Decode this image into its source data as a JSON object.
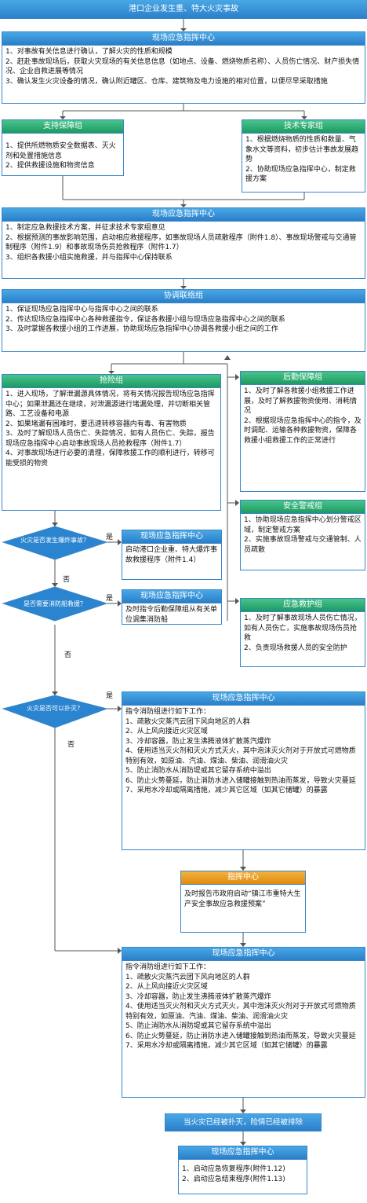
{
  "title": "港口企业发生重、特大火灾事故",
  "cmd1": {
    "header": "现场应急指挥中心",
    "text": "1、对事故有关信息进行确认，了解火灾的性质和规模\n2、赶赴事故现场后，获取火灾现场的有关信息信息（如地点、设备、燃烧物质名称）、人员伤亡情况、财产损失情况、企业自救进展等情况\n3、确认发生火灾设备的情况，确认附近罐区、仓库、建筑物及电力设施的相对位置，以便尽早采取措施"
  },
  "support": {
    "header": "支持保障组",
    "text": "1、提供所燃物质安全数据表、灭火剂和处置措施信息\n2、提供救援设施和物资信息"
  },
  "expert": {
    "header": "技术专家组",
    "text": "1、根据燃烧物质的性质和数量、气象水文等资料，初步估计事故发展趋势\n2、协助现场应急指挥中心，制定救援方案"
  },
  "cmd2": {
    "header": "现场应急指挥中心",
    "text": "1、制定应急救援技术方案，并征求技术专家组意见\n2、根据预测的事故影响范围，启动相应救援程序，如事故现场人员疏散程序（附件1.8）、事故现场警戒与交通管制程序（附件1.9）和事故现场伤员抢救程序（附件1.7）\n3、组织各救援小组实施救援，并与指挥中心保持联系"
  },
  "coord": {
    "header": "协调联络组",
    "text": "1、保证现场应急指挥中心与指挥中心之间的联系\n2、传达现场应急指挥中心各种救援指令，保证各救援小组与现场应急指挥中心之间的联系\n3、及时掌握各救援小组的工作进展，协助现场应急指挥中心协调各救援小组之间的工作"
  },
  "rescue": {
    "header": "抢险组",
    "text": "1、进入现场，了解泄漏源具体情况，将有关情况报告现场应急指挥中心；如果泄漏还在继续，对泄漏源进行堵漏处理，并切断相关管路、工艺设备和电源\n2、如果堵漏有困难时，要迅速转移容器内有毒、有害物质\n3、及时了解现场人员伤亡、失踪情况，如有人员伤亡、失踪，报告现场应急指挥中心启动事故现场人员抢救程序（附件1.7）\n4、对事故现场进行必要的清理，保障救援工作的顺利进行，转移可能受损的物资"
  },
  "logistics": {
    "header": "后勤保障组",
    "text": "1、及时了解各救援小组救援工作进展，及时了解救援物资使用、消耗情况\n2、根据现场应急指挥中心的指令，及时调配、运输各种救援物资，保障各救援小组救援工作的正常进行"
  },
  "security": {
    "header": "安全警戒组",
    "text": "1、协助现场应急指挥中心划分警戒区域，制定警戒方案\n2、实施事故现场警戒与交通管制、人员疏散"
  },
  "medical": {
    "header": "应急救护组",
    "text": "1、及时了解事故现场人员伤亡情况，如有人员伤亡，实施事故现场伤员抢救\n2、负责现场救援人员的安全防护"
  },
  "decisions": {
    "d1": "火灾是否发生爆炸事故？",
    "d2": "是否需要消防船救援？",
    "d3": "火灾是否可以扑灭？",
    "yes": "是",
    "no": "否"
  },
  "cmd3": {
    "header": "现场应急指挥中心",
    "text": "启动港口企业重、特大爆炸事故救援程序（附件1.4）"
  },
  "cmd4": {
    "header": "现场应急指挥中心",
    "text": "及时指令后勤保障组从有关单位调集消防船"
  },
  "cmd5": {
    "header": "现场应急指挥中心",
    "text": "指令消防组进行如下工作：\n1、疏散火灾蒸汽云团下风向地区的人群\n2、从上风向接近火灾区域\n3、冷却容器，防止发生沸腾液体扩散蒸汽爆炸\n4、使用适当灭火剂和灭火方式灭火，其中泡沫灭火剂对于开放式可燃物质特别有效，如原油、汽油、煤油、柴油、润滑油火灾\n5、防止消防水从消防堤或其它留存系统中溢出\n6、防止火势蔓延，防止消防水进入储罐接触到热油而蒸发，导致火灾蔓延\n7、采用水冷却或隔离措施，减少其它区域（如其它储罐）的暴露"
  },
  "hq": {
    "header": "指挥中心",
    "text": "及时报告市政府启动“镇江市重特大生产安全事故应急救援预案”"
  },
  "cmd6": {
    "header": "现场应急指挥中心",
    "text": "指令消防组进行如下工作：\n1、疏散火灾蒸汽云团下风向地区的人群\n2、从上风向接近火灾区域\n3、冷却容器，防止发生沸腾液体扩散蒸汽爆炸\n4、使用适当灭火剂和灭火方式灭火，其中泡沫灭火剂对于开放式可燃物质特别有效，如原油、汽油、煤油、柴油、润滑油火灾\n5、防止消防水从消防堤或其它留存系统中溢出\n6、防止火势蔓延，防止消防水进入储罐接触到热油而蒸发，导致火灾蔓延\n7、采用水冷却或隔离措施，减少其它区域（如其它储罐）的暴露"
  },
  "extinguished": "当火灾已经被扑灭，险情已经被排除",
  "cmd7": {
    "header": "现场应急指挥中心",
    "text": "1、启动应急恢复程序(附件1.12)\n2、启动应急结束程序(附件1.13)"
  }
}
